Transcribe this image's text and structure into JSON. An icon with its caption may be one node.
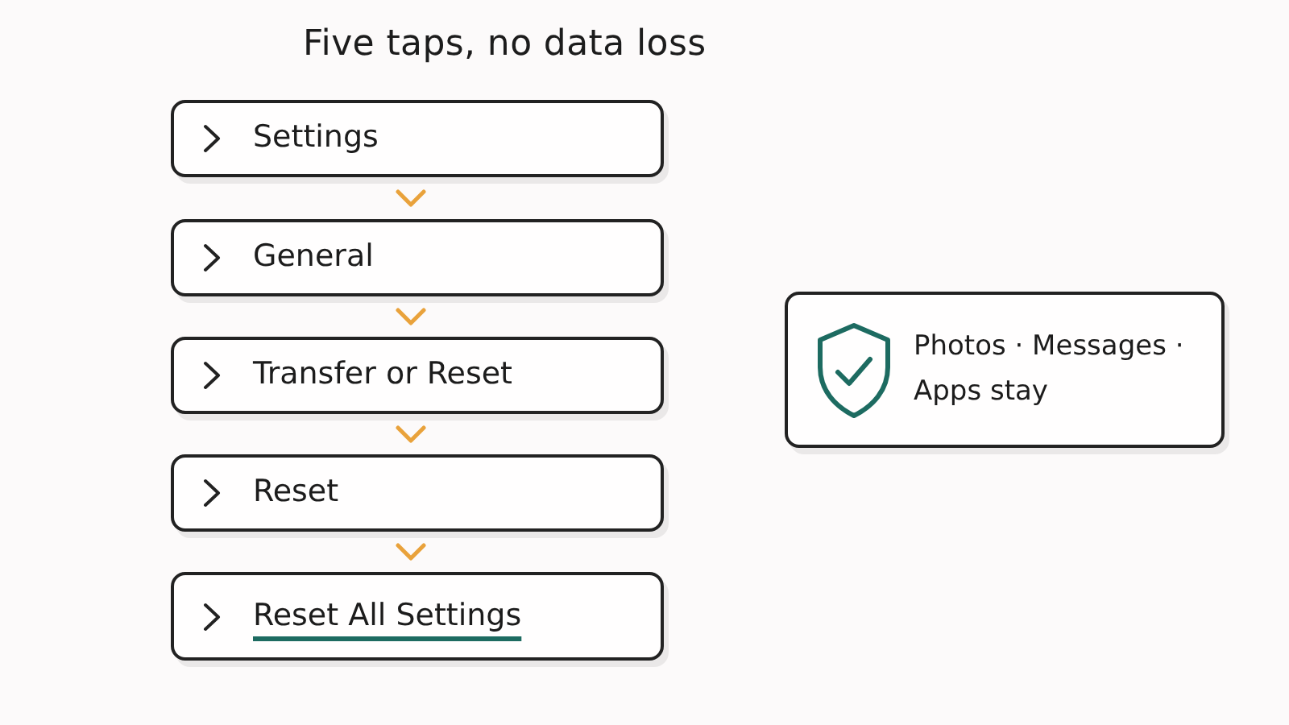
{
  "diagram": {
    "title": "Five taps, no data loss",
    "nodes": [
      {
        "text": [
          "Settings"
        ]
      },
      {
        "text": [
          "General"
        ]
      },
      {
        "text": [
          "Transfer or Reset"
        ]
      },
      {
        "text": [
          "Reset"
        ]
      },
      {
        "text": [
          "Reset All Settings"
        ]
      },
      {
        "text": [
          "Photos · Messages · Apps stay"
        ]
      }
    ],
    "edges": [
      {
        "from": 0,
        "to": 1,
        "arrow": "to"
      },
      {
        "from": 1,
        "to": 2,
        "arrow": "to"
      },
      {
        "from": 2,
        "to": 3,
        "arrow": "to"
      },
      {
        "from": 3,
        "to": 4,
        "arrow": "to"
      }
    ]
  }
}
